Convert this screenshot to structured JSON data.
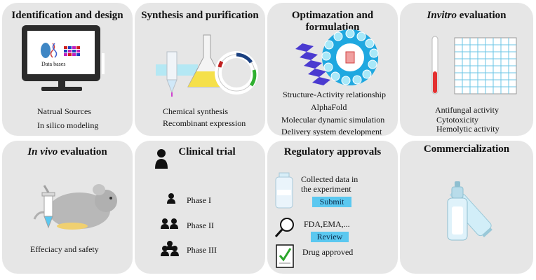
{
  "panels": {
    "identification": {
      "title": "Identification and design",
      "screen_label": "Data bases",
      "items": [
        "Natrual Sources",
        "In silico modeling"
      ]
    },
    "synthesis": {
      "title": "Synthesis and purification",
      "items": [
        "Chemical synthesis",
        "Recombinant expression"
      ]
    },
    "optimization": {
      "title": "Optimazation and formulation",
      "items": [
        "Structure-Activity relationship",
        "AlphaFold",
        "Molecular dynamic simulation",
        "Delivery system development"
      ]
    },
    "invitro": {
      "title_italic": "Invitro",
      "title_rest": " evaluation",
      "items": [
        "Antifungal activity",
        "Cytotoxicity",
        "Hemolytic activity"
      ]
    },
    "invivo": {
      "title_italic": "In vivo",
      "title_rest": " evaluation",
      "items": [
        "Effeciacy and safety"
      ]
    },
    "clinical": {
      "title": "Clinical trial",
      "phases": [
        "Phase I",
        "Phase II",
        "Phase III"
      ]
    },
    "regulatory": {
      "title": "Regulatory approvals",
      "collected": [
        "Collected data in",
        "the experiment"
      ],
      "submit": "Submit",
      "agencies": "FDA,EMA,...",
      "review": "Review",
      "approved": "Drug approved"
    },
    "commercial": {
      "title": "Commercialization"
    }
  },
  "colors": {
    "panel": "#e6e6e6",
    "button": "#5bc8f0",
    "accent_red": "#e33030",
    "helix": "#4a3ad0"
  }
}
